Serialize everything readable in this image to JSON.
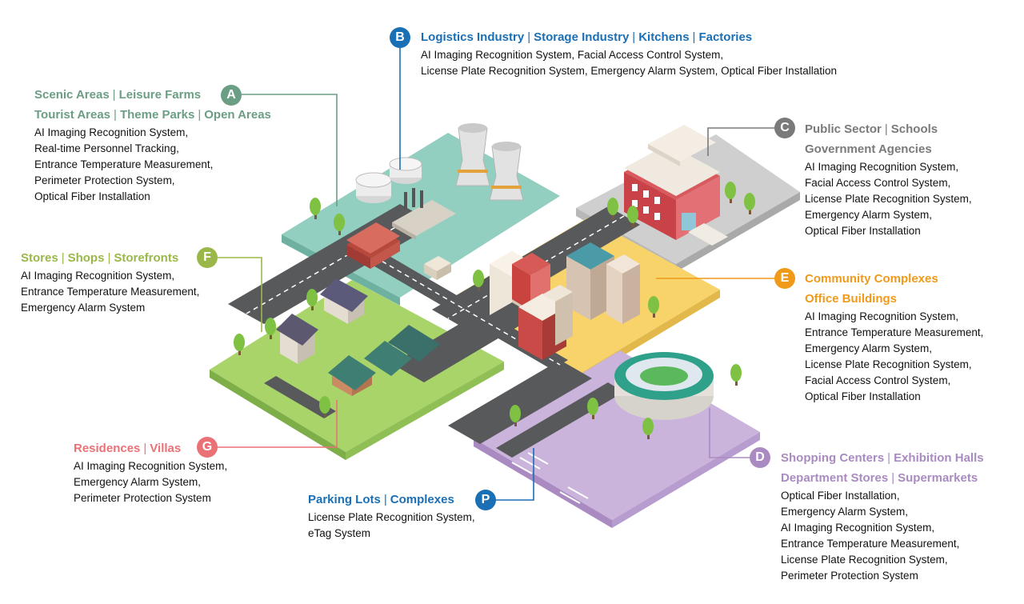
{
  "colors": {
    "A": "#6b9e84",
    "B": "#1a6fb5",
    "C": "#7a7a7a",
    "D": "#a98bc1",
    "E": "#f09a1a",
    "F": "#9ab84a",
    "G": "#ea7277",
    "P": "#1a6fb5"
  },
  "sections": {
    "A": {
      "letter": "A",
      "line1": [
        "Scenic Areas",
        "Leisure Farms"
      ],
      "line2": [
        "Tourist Areas",
        "Theme Parks",
        "Open Areas"
      ],
      "items": [
        "AI Imaging Recognition System,",
        "Real-time Personnel Tracking,",
        "Entrance Temperature Measurement,",
        "Perimeter Protection System,",
        "Optical Fiber Installation"
      ]
    },
    "B": {
      "letter": "B",
      "line1": [
        "Logistics Industry",
        "Storage Industry",
        "Kitchens",
        "Factories"
      ],
      "items": [
        "AI Imaging Recognition System, Facial Access Control System,",
        "License Plate Recognition System, Emergency Alarm System, Optical Fiber Installation"
      ]
    },
    "C": {
      "letter": "C",
      "line1": [
        "Public Sector",
        "Schools"
      ],
      "line2": [
        "Government Agencies"
      ],
      "items": [
        "AI Imaging Recognition System,",
        "Facial Access Control System,",
        "License Plate Recognition System,",
        "Emergency Alarm System,",
        "Optical Fiber Installation"
      ]
    },
    "E": {
      "letter": "E",
      "line1": [
        "Community Complexes"
      ],
      "line2": [
        "Office Buildings"
      ],
      "items": [
        "AI Imaging Recognition System,",
        "Entrance Temperature Measurement,",
        "Emergency Alarm System,",
        "License Plate Recognition System,",
        "Facial Access Control System,",
        "Optical Fiber Installation"
      ]
    },
    "F": {
      "letter": "F",
      "line1": [
        "Stores",
        "Shops",
        "Storefronts"
      ],
      "items": [
        "AI Imaging Recognition System,",
        "Entrance Temperature Measurement,",
        "Emergency Alarm System"
      ]
    },
    "G": {
      "letter": "G",
      "line1": [
        "Residences",
        "Villas"
      ],
      "items": [
        "AI Imaging Recognition System,",
        "Emergency Alarm System,",
        "Perimeter Protection System"
      ]
    },
    "P": {
      "letter": "P",
      "line1": [
        "Parking Lots",
        "Complexes"
      ],
      "items": [
        "License Plate Recognition System,",
        "eTag System"
      ]
    },
    "D": {
      "letter": "D",
      "line1": [
        "Shopping Centers",
        "Exhibition Halls"
      ],
      "line2": [
        "Department Stores",
        "Supermarkets"
      ],
      "items": [
        "Optical Fiber Installation,",
        "Emergency Alarm System,",
        "AI Imaging Recognition System,",
        "Entrance Temperature Measurement,",
        "License Plate Recognition System,",
        "Perimeter Protection System"
      ]
    }
  }
}
